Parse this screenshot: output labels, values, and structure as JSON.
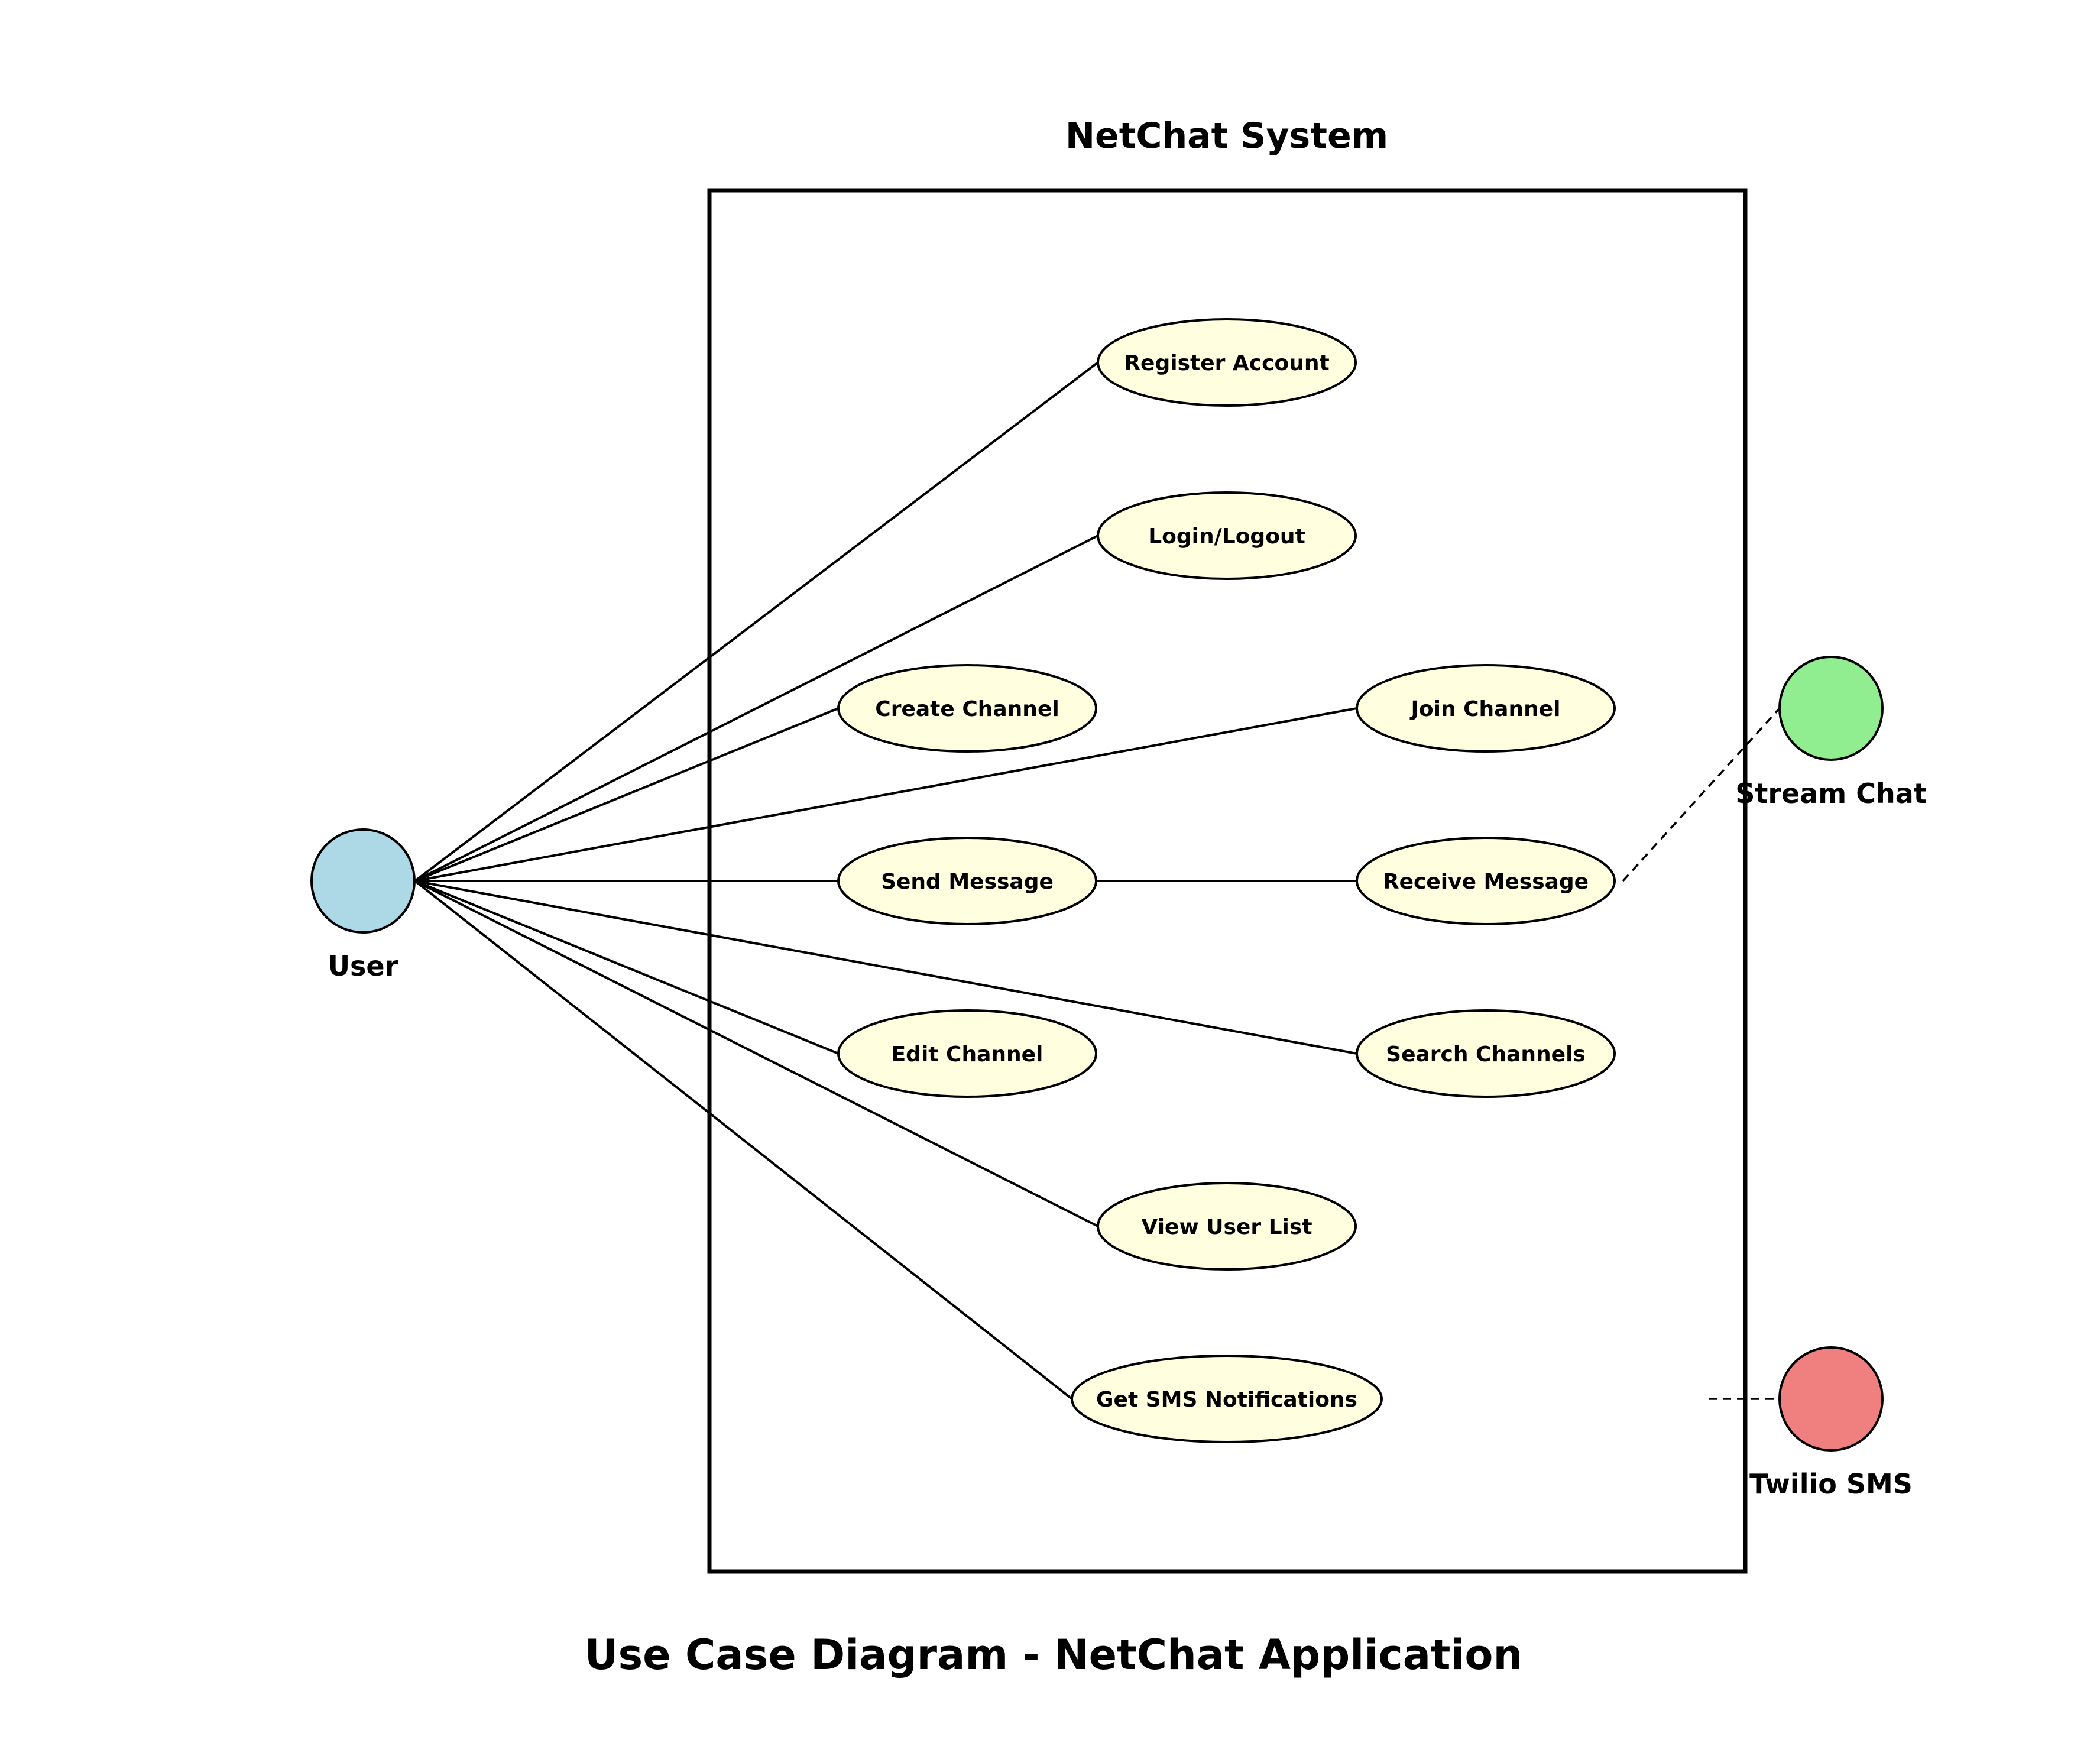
{
  "diagram": {
    "caption": "Use Case Diagram - NetChat Application",
    "system": {
      "title": "NetChat System"
    },
    "use_case_fill": "#ffffe0",
    "use_cases": [
      {
        "id": "register",
        "label": "Register Account"
      },
      {
        "id": "login",
        "label": "Login/Logout"
      },
      {
        "id": "create_channel",
        "label": "Create Channel"
      },
      {
        "id": "join_channel",
        "label": "Join Channel"
      },
      {
        "id": "send_message",
        "label": "Send Message"
      },
      {
        "id": "receive_message",
        "label": "Receive Message"
      },
      {
        "id": "edit_channel",
        "label": "Edit Channel"
      },
      {
        "id": "search_channels",
        "label": "Search Channels"
      },
      {
        "id": "view_user_list",
        "label": "View User List"
      },
      {
        "id": "sms_notifications",
        "label": "Get SMS Notifications"
      }
    ],
    "actors": [
      {
        "id": "user",
        "label": "User",
        "color": "#add8e6"
      },
      {
        "id": "stream_chat",
        "label": "Stream Chat",
        "color": "#90ee90"
      },
      {
        "id": "twilio_sms",
        "label": "Twilio SMS",
        "color": "#f08080"
      }
    ],
    "associations": [
      {
        "from": "user",
        "to": "register",
        "style": "solid"
      },
      {
        "from": "user",
        "to": "login",
        "style": "solid"
      },
      {
        "from": "user",
        "to": "create_channel",
        "style": "solid"
      },
      {
        "from": "user",
        "to": "join_channel",
        "style": "solid"
      },
      {
        "from": "user",
        "to": "receive_message",
        "style": "solid"
      },
      {
        "from": "user",
        "to": "edit_channel",
        "style": "solid"
      },
      {
        "from": "user",
        "to": "search_channels",
        "style": "solid"
      },
      {
        "from": "user",
        "to": "view_user_list",
        "style": "solid"
      },
      {
        "from": "user",
        "to": "sms_notifications",
        "style": "solid"
      },
      {
        "from": "receive_message",
        "to": "stream_chat",
        "style": "dashed"
      },
      {
        "from": "sms_notifications",
        "to": "twilio_sms",
        "style": "dashed"
      }
    ]
  }
}
